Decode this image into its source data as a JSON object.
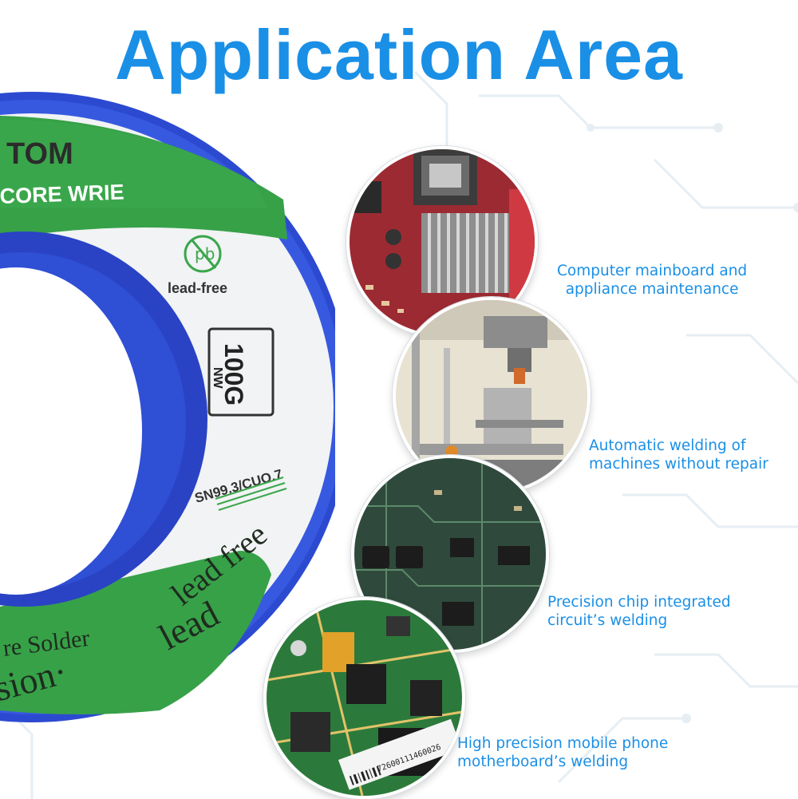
{
  "banner": {
    "title": "Application Area",
    "title_color": "#1a8fe6",
    "accent_color": "#2a47c8",
    "label_green": "#2f9c3c"
  },
  "spool_label": {
    "brand_fragment": "TOM",
    "core_text": "CORE WRIE",
    "lead_free_badge": "lead-free",
    "lead_free_symbol": "pb",
    "weight_line1": "100G",
    "weight_line2": "NW",
    "alloy": "SN99.3/CUO.7",
    "script_free": "lead free",
    "script_solder": "re Solder",
    "script_sion": "sion·"
  },
  "applications": [
    {
      "line1": "Computer mainboard and",
      "line2": "appliance maintenance"
    },
    {
      "line1": "Automatic welding of",
      "line2": "machines without repair"
    },
    {
      "line1": "Precision chip integrated",
      "line2": "circuit’s welding"
    },
    {
      "line1": "High precision mobile phone",
      "line2": "motherboard’s welding"
    }
  ],
  "phone_board": {
    "barcode_text": "72600111460026"
  },
  "caption_color": "#1a8fe6"
}
